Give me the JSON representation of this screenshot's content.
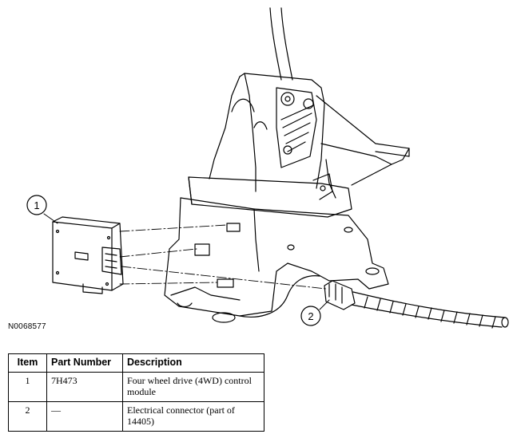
{
  "figure_id": "N0068577",
  "callouts": [
    "1",
    "2"
  ],
  "table": {
    "headers": [
      "Item",
      "Part Number",
      "Description"
    ],
    "rows": [
      {
        "item": "1",
        "part_number": "7H473",
        "description": "Four wheel drive (4WD) control module"
      },
      {
        "item": "2",
        "part_number": "—",
        "description": "Electrical connector (part of 14405)"
      }
    ]
  }
}
